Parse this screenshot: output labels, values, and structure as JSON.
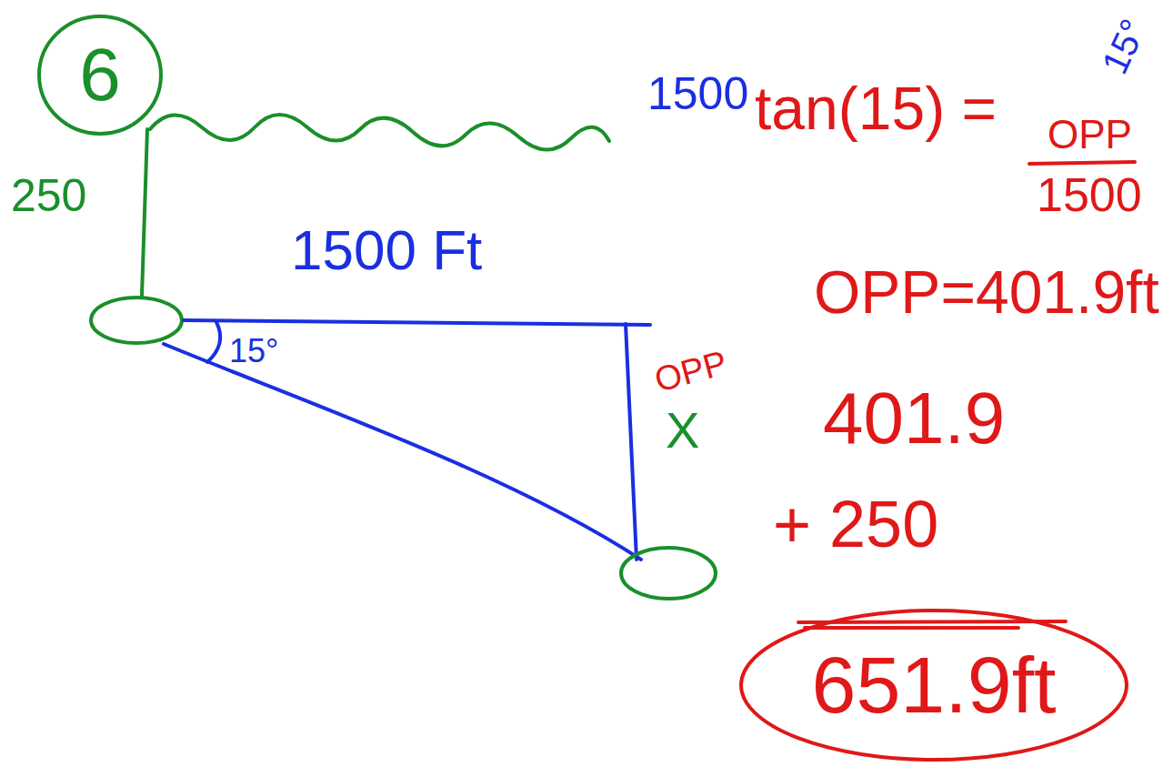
{
  "diagram": {
    "nodes": [
      {
        "text": [
          "6"
        ]
      },
      {
        "text": [
          "651.9ft"
        ]
      }
    ],
    "labels": [
      "250",
      "1500",
      "tan(15) =",
      "OPP",
      "1500",
      "15°",
      "1500 Ft",
      "15°",
      "OPP",
      "X",
      "OPP=401.9ft",
      "401.9",
      "+ 250"
    ]
  }
}
